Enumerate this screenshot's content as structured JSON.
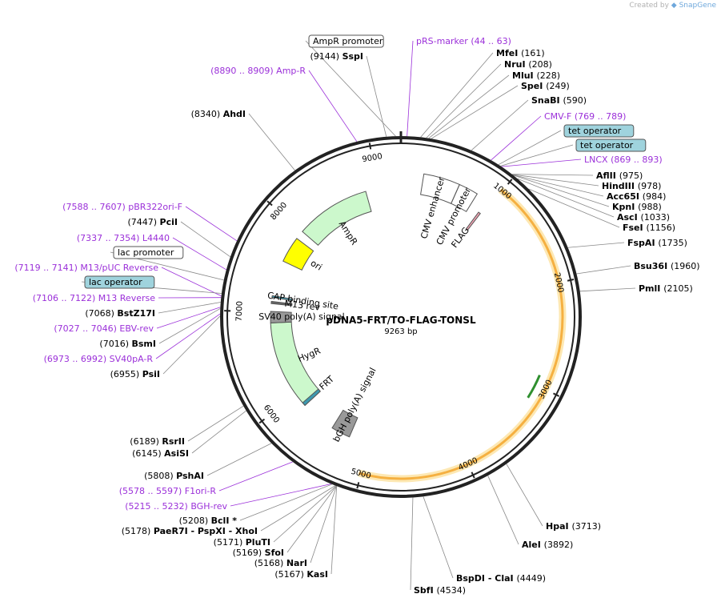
{
  "header": {
    "credit_prefix": "Created by",
    "credit_brand": "SnapGene"
  },
  "plasmid": {
    "name": "pDNA5-FRT/TO-FLAG-TONSL",
    "length_label": "9263 bp",
    "length_bp": 9263
  },
  "scale_ticks": [
    {
      "bp": 1000,
      "label": "1000"
    },
    {
      "bp": 2000,
      "label": "2000"
    },
    {
      "bp": 3000,
      "label": "3000"
    },
    {
      "bp": 4000,
      "label": "4000"
    },
    {
      "bp": 5000,
      "label": "5000"
    },
    {
      "bp": 6000,
      "label": "6000"
    },
    {
      "bp": 7000,
      "label": "7000"
    },
    {
      "bp": 8000,
      "label": "8000"
    },
    {
      "bp": 9000,
      "label": "9000"
    }
  ],
  "features": [
    {
      "name": "AmpR",
      "label": "AmpR",
      "start": 8000,
      "end": 8860,
      "strand": -1,
      "color": "#ccf8cc"
    },
    {
      "name": "ori",
      "label": "ori",
      "start": 7600,
      "end": 7900,
      "strand": -1,
      "color": "#ffff00"
    },
    {
      "name": "CMV enhancer",
      "label": "CMV enhancer",
      "start": 235,
      "end": 614,
      "strand": 1,
      "color": "#ffffff"
    },
    {
      "name": "CMV promoter",
      "label": "CMV promoter",
      "start": 615,
      "end": 818,
      "strand": 1,
      "color": "#ffffff"
    },
    {
      "name": "FLAG",
      "label": "FLAG",
      "start": 940,
      "end": 965,
      "strand": 1,
      "color": "#f2a4b4"
    },
    {
      "name": "HygR",
      "label": "HygR",
      "start": 5850,
      "end": 6880,
      "strand": -1,
      "color": "#ccf8cc"
    },
    {
      "name": "FRT",
      "label": "FRT",
      "start": 5850,
      "end": 5890,
      "strand": 1,
      "color": "#3d9ab0"
    },
    {
      "name": "SV40 poly(A) signal",
      "label": "SV40 poly(A) signal",
      "start": 6880,
      "end": 7010,
      "strand": 0,
      "color": "#999999"
    },
    {
      "name": "bGH poly(A) signal",
      "label": "bGH poly(A) signal",
      "start": 5230,
      "end": 5450,
      "strand": 0,
      "color": "#999999"
    },
    {
      "name": "M13 rev",
      "label": "M13 rev",
      "start": 7100,
      "end": 7125,
      "strand": -1,
      "color": "#666666"
    },
    {
      "name": "CAP binding site",
      "label": "CAP binding site",
      "start": 7170,
      "end": 7190,
      "strand": 0,
      "color": "#3d9ab0"
    },
    {
      "name": "ORF outer arc",
      "label": "",
      "start": 980,
      "end": 5020,
      "strand": -1,
      "color": "#f5b041"
    },
    {
      "name": "ORF inner arrow",
      "label": "",
      "start": 2900,
      "end": 3150,
      "strand": 1,
      "color": "#2f8f2f"
    }
  ],
  "labels_right": [
    {
      "kind": "site",
      "name": "MfeI",
      "pos": "(161)"
    },
    {
      "kind": "site",
      "name": "NruI",
      "pos": "(208)"
    },
    {
      "kind": "site",
      "name": "MluI",
      "pos": "(228)"
    },
    {
      "kind": "site",
      "name": "SpeI",
      "pos": "(249)"
    },
    {
      "kind": "site",
      "name": "SnaBI",
      "pos": "(590)"
    },
    {
      "kind": "primer",
      "name": "CMV-F",
      "pos": "(769 .. 789)"
    },
    {
      "kind": "box",
      "name": "tet operator",
      "pos": ""
    },
    {
      "kind": "box",
      "name": "tet operator",
      "pos": ""
    },
    {
      "kind": "primer",
      "name": "LNCX",
      "pos": "(869 .. 893)"
    },
    {
      "kind": "site",
      "name": "AflII",
      "pos": "(975)"
    },
    {
      "kind": "site",
      "name": "HindIII",
      "pos": "(978)"
    },
    {
      "kind": "site",
      "name": "Acc65I",
      "pos": "(984)"
    },
    {
      "kind": "site",
      "name": "KpnI",
      "pos": "(988)"
    },
    {
      "kind": "site",
      "name": "AscI",
      "pos": "(1033)"
    },
    {
      "kind": "site",
      "name": "FseI",
      "pos": "(1156)"
    },
    {
      "kind": "site",
      "name": "FspAI",
      "pos": "(1735)"
    },
    {
      "kind": "site",
      "name": "Bsu36I",
      "pos": "(1960)"
    },
    {
      "kind": "site",
      "name": "PmlI",
      "pos": "(2105)"
    }
  ],
  "labels_top": [
    {
      "kind": "box",
      "name": "AmpR promoter",
      "pos": ""
    },
    {
      "kind": "primer",
      "name": "pRS-marker",
      "pos": "(44 .. 63)"
    },
    {
      "kind": "site",
      "name": "SspI",
      "pos": "(9144)"
    },
    {
      "kind": "primer",
      "name": "Amp-R",
      "pos": "(8890 .. 8909)"
    },
    {
      "kind": "site",
      "name": "AhdI",
      "pos": "(8340)"
    }
  ],
  "labels_left": [
    {
      "kind": "primer",
      "name": "pBR322ori-F",
      "pos": "(7588 .. 7607)"
    },
    {
      "kind": "site",
      "name": "PciI",
      "pos": "(7447)"
    },
    {
      "kind": "primer",
      "name": "L4440",
      "pos": "(7337 .. 7354)"
    },
    {
      "kind": "box",
      "name": "lac promoter",
      "pos": ""
    },
    {
      "kind": "primer",
      "name": "M13/pUC Reverse",
      "pos": "(7119 .. 7141)"
    },
    {
      "kind": "box",
      "name": "lac operator",
      "pos": ""
    },
    {
      "kind": "primer",
      "name": "M13 Reverse",
      "pos": "(7106 .. 7122)"
    },
    {
      "kind": "site",
      "name": "BstZ17I",
      "pos": "(7068)"
    },
    {
      "kind": "primer",
      "name": "EBV-rev",
      "pos": "(7027 .. 7046)"
    },
    {
      "kind": "site",
      "name": "BsmI",
      "pos": "(7016)"
    },
    {
      "kind": "primer",
      "name": "SV40pA-R",
      "pos": "(6973 .. 6992)"
    },
    {
      "kind": "site",
      "name": "PsiI",
      "pos": "(6955)"
    },
    {
      "kind": "site",
      "name": "RsrII",
      "pos": "(6189)"
    },
    {
      "kind": "site",
      "name": "AsiSI",
      "pos": "(6145)"
    },
    {
      "kind": "site",
      "name": "PshAI",
      "pos": "(5808)"
    },
    {
      "kind": "primer",
      "name": "F1ori-R",
      "pos": "(5578 .. 5597)"
    },
    {
      "kind": "primer",
      "name": "BGH-rev",
      "pos": "(5215 .. 5232)"
    },
    {
      "kind": "site",
      "name": "BclI *",
      "pos": "(5208)"
    },
    {
      "kind": "site",
      "name": "PaeR7I  -  PspXI  -  XhoI",
      "pos": "(5178)"
    },
    {
      "kind": "site",
      "name": "PluTI",
      "pos": "(5171)"
    },
    {
      "kind": "site",
      "name": "SfoI",
      "pos": "(5169)"
    },
    {
      "kind": "site",
      "name": "NarI",
      "pos": "(5168)"
    },
    {
      "kind": "site",
      "name": "KasI",
      "pos": "(5167)"
    }
  ],
  "labels_bottom": [
    {
      "kind": "site",
      "name": "HpaI",
      "pos": "(3713)"
    },
    {
      "kind": "site",
      "name": "AleI",
      "pos": "(3892)"
    },
    {
      "kind": "site",
      "name": "BspDI  -  ClaI",
      "pos": "(4449)"
    },
    {
      "kind": "site",
      "name": "SbfI",
      "pos": "(4534)"
    }
  ],
  "colors": {
    "backbone": "#222222",
    "primer": "#9b30d9",
    "box_fill": "#9fd3dd",
    "leader": "#888888"
  }
}
